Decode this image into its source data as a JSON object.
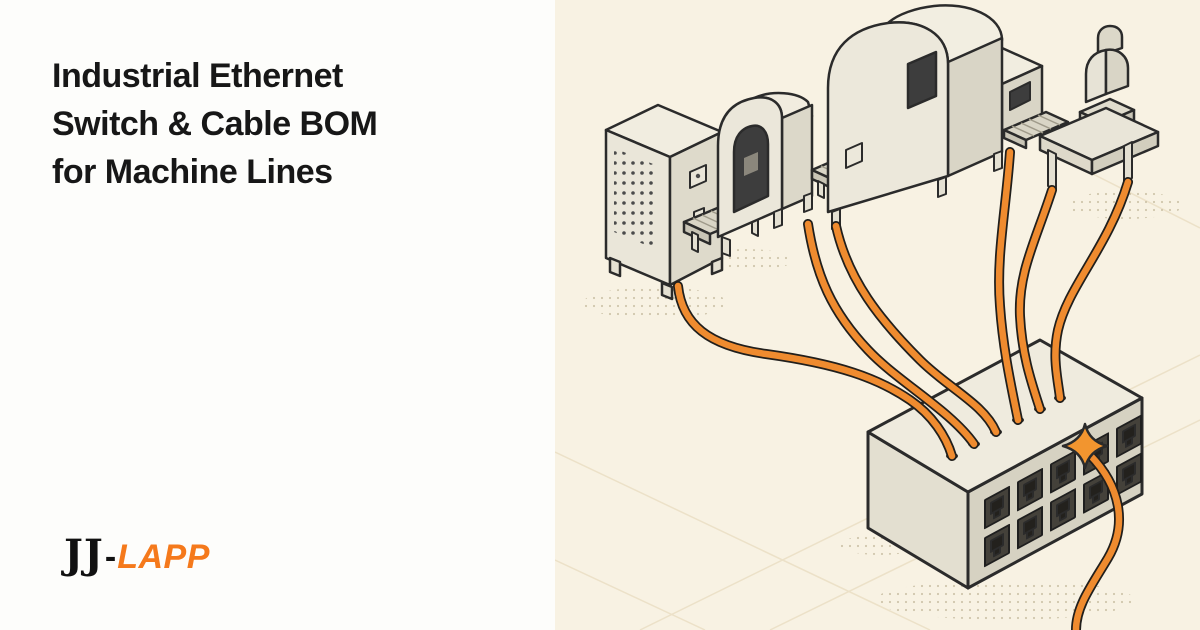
{
  "header": {
    "line1": "Industrial Ethernet",
    "line2": "Switch & Cable BOM",
    "line3": "for Machine Lines"
  },
  "logo": {
    "jj": "JJ",
    "hyphen": "-",
    "lapp": "LAPP"
  },
  "colors": {
    "accent_orange": "#F5791B",
    "cable_orange": "#EF8B2F",
    "canvas_cream": "#F8F2E3",
    "ink": "#171717",
    "machine_fill": "#EBE7DA",
    "outline": "#2B2B2B"
  },
  "illustration": {
    "icons": [
      "control-cabinet",
      "conveyor-machine",
      "inspection-machine",
      "aux-machine",
      "robot-station",
      "ethernet-switch",
      "ethernet-cable",
      "connection-spark"
    ]
  }
}
